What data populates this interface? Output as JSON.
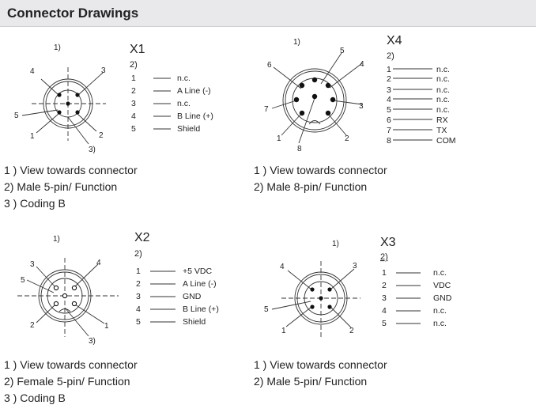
{
  "header": {
    "title": "Connector Drawings"
  },
  "connectors": [
    {
      "id": "x1",
      "name": "X1",
      "view_label": "1)",
      "subtitle": "2)",
      "coding_label": "3)",
      "pin_labels": [
        "1",
        "2",
        "3",
        "4",
        "5"
      ],
      "table": [
        {
          "pin": "1",
          "function": "n.c."
        },
        {
          "pin": "2",
          "function": "A Line (-)"
        },
        {
          "pin": "3",
          "function": "n.c."
        },
        {
          "pin": "4",
          "function": "B Line (+)"
        },
        {
          "pin": "5",
          "function": "Shield"
        }
      ],
      "captions": [
        "1 ) View towards connector",
        "2) Male 5-pin/ Function",
        "3 ) Coding B"
      ]
    },
    {
      "id": "x4",
      "name": "X4",
      "view_label": "1)",
      "subtitle": "2)",
      "pin_labels": [
        "1",
        "2",
        "3",
        "4",
        "5",
        "6",
        "7",
        "8"
      ],
      "table": [
        {
          "pin": "1",
          "function": "n.c."
        },
        {
          "pin": "2",
          "function": "n.c."
        },
        {
          "pin": "3",
          "function": "n.c."
        },
        {
          "pin": "4",
          "function": "n.c."
        },
        {
          "pin": "5",
          "function": "n.c."
        },
        {
          "pin": "6",
          "function": "RX"
        },
        {
          "pin": "7",
          "function": "TX"
        },
        {
          "pin": "8",
          "function": "COM"
        }
      ],
      "captions": [
        "1 ) View towards connector",
        "2) Male 8-pin/ Function"
      ]
    },
    {
      "id": "x2",
      "name": "X2",
      "view_label": "1)",
      "subtitle": "2)",
      "coding_label": "3)",
      "pin_labels": [
        "1",
        "2",
        "3",
        "4",
        "5"
      ],
      "table": [
        {
          "pin": "1",
          "function": "+5 VDC"
        },
        {
          "pin": "2",
          "function": "A Line (-)"
        },
        {
          "pin": "3",
          "function": "GND"
        },
        {
          "pin": "4",
          "function": "B Line (+)"
        },
        {
          "pin": "5",
          "function": "Shield"
        }
      ],
      "captions": [
        "1 ) View towards connector",
        "2) Female 5-pin/ Function",
        "3 ) Coding B"
      ]
    },
    {
      "id": "x3",
      "name": "X3",
      "view_label": "1)",
      "subtitle": "2)",
      "pin_labels": [
        "1",
        "2",
        "3",
        "4",
        "5"
      ],
      "table": [
        {
          "pin": "1",
          "function": "n.c."
        },
        {
          "pin": "2",
          "function": "VDC"
        },
        {
          "pin": "3",
          "function": "GND"
        },
        {
          "pin": "4",
          "function": "n.c."
        },
        {
          "pin": "5",
          "function": "n.c."
        }
      ],
      "captions": [
        "1 ) View towards connector",
        "2) Male 5-pin/ Function"
      ]
    }
  ]
}
